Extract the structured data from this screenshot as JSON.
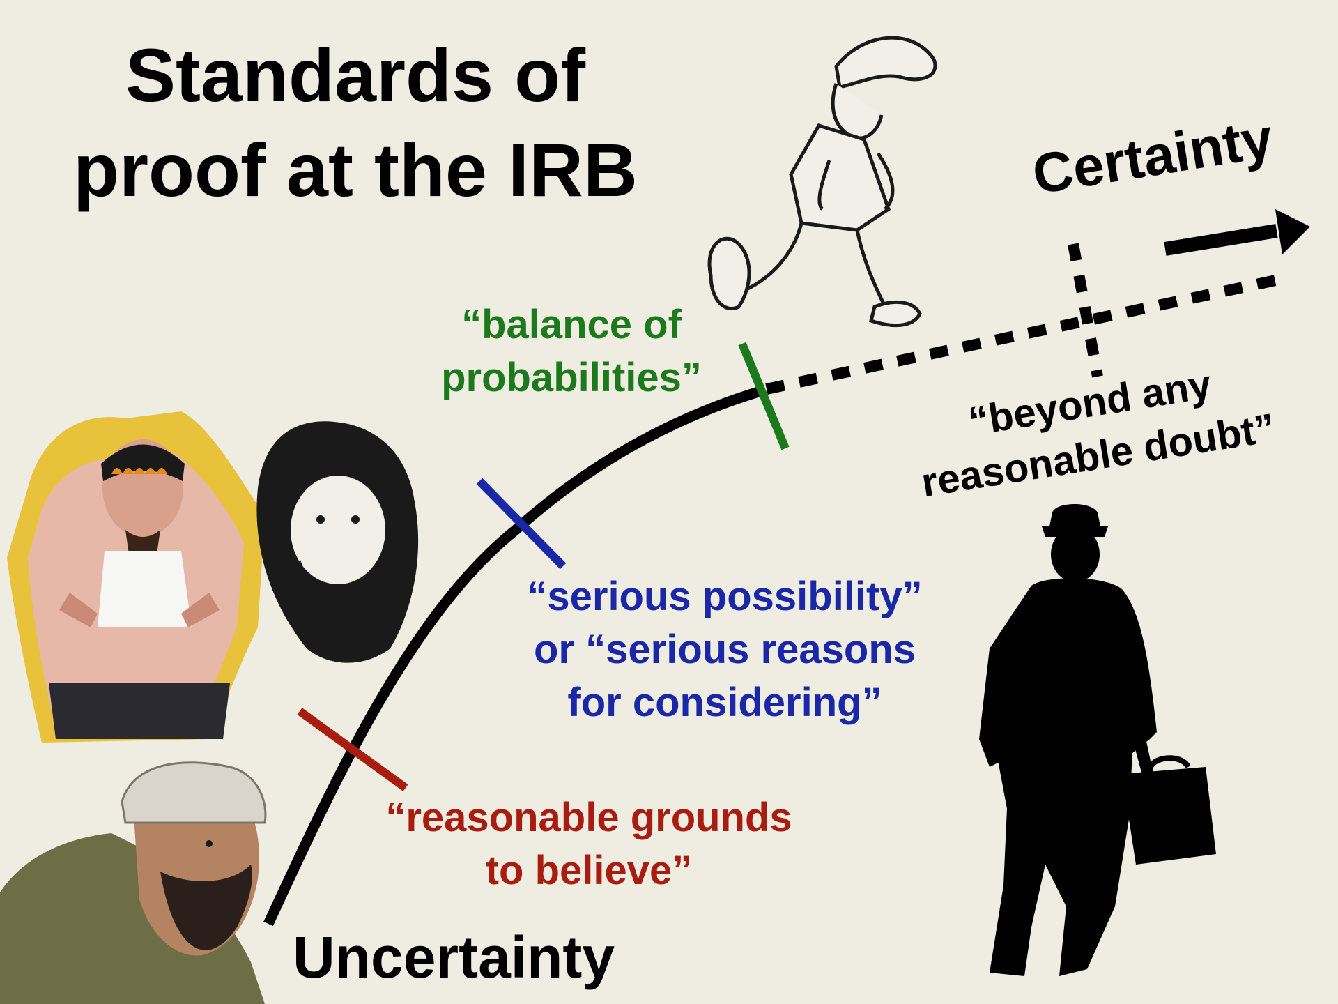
{
  "title_line1": "Standards of",
  "title_line2": "proof at the IRB",
  "axis": {
    "start_label": "Uncertainty",
    "end_label": "Certainty"
  },
  "standards": [
    {
      "line1": "“balance of",
      "line2": "probabilities”",
      "color": "#1c7a1c"
    },
    {
      "line1": "“serious possibility”",
      "line2": "or “serious reasons",
      "line3": "for considering”",
      "color": "#1a27a6"
    },
    {
      "line1": "“reasonable grounds",
      "line2": "to believe”",
      "color": "#a81d10"
    },
    {
      "line1": "“beyond any",
      "line2": "reasonable doubt”",
      "color": "#000000"
    }
  ],
  "illustrations": [
    {
      "icon": "person-headband-illustration"
    },
    {
      "icon": "bearded-dreadlocks-face-illustration"
    },
    {
      "icon": "bearded-man-kufi-illustration"
    },
    {
      "icon": "walking-hiker-cartoon"
    },
    {
      "icon": "businessman-silhouette"
    }
  ]
}
